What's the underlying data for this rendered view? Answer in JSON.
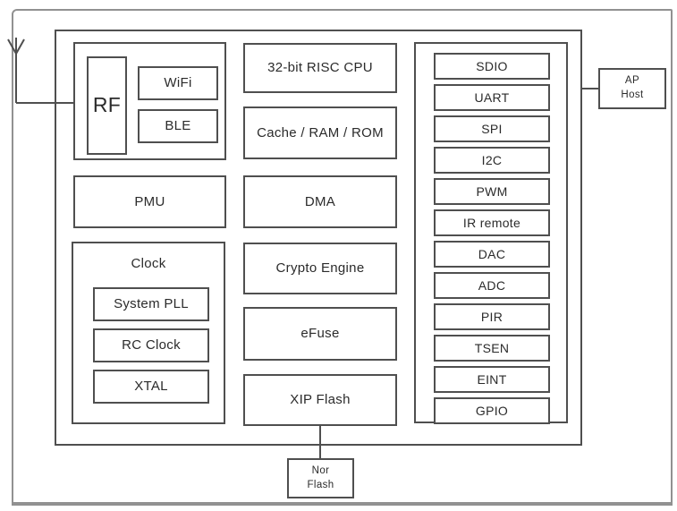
{
  "blocks": {
    "rf": "RF",
    "wifi": "WiFi",
    "ble": "BLE",
    "pmu": "PMU",
    "clock": "Clock",
    "system_pll": "System PLL",
    "rc_clock": "RC Clock",
    "xtal": "XTAL",
    "cpu": "32-bit RISC CPU",
    "cache": "Cache / RAM / ROM",
    "dma": "DMA",
    "crypto": "Crypto Engine",
    "efuse": "eFuse",
    "xip_flash": "XIP Flash"
  },
  "peripherals": [
    "SDIO",
    "UART",
    "SPI",
    "I2C",
    "PWM",
    "IR remote",
    "DAC",
    "ADC",
    "PIR",
    "TSEN",
    "EINT",
    "GPIO"
  ],
  "external": {
    "ap_host_line1": "AP",
    "ap_host_line2": "Host",
    "nor_flash_line1": "Nor",
    "nor_flash_line2": "Flash"
  },
  "icons": {
    "antenna": "antenna-icon"
  },
  "colors": {
    "line": "#4f4f4f",
    "frame": "#919191",
    "text": "#2b2b2b",
    "background": "#ffffff"
  }
}
